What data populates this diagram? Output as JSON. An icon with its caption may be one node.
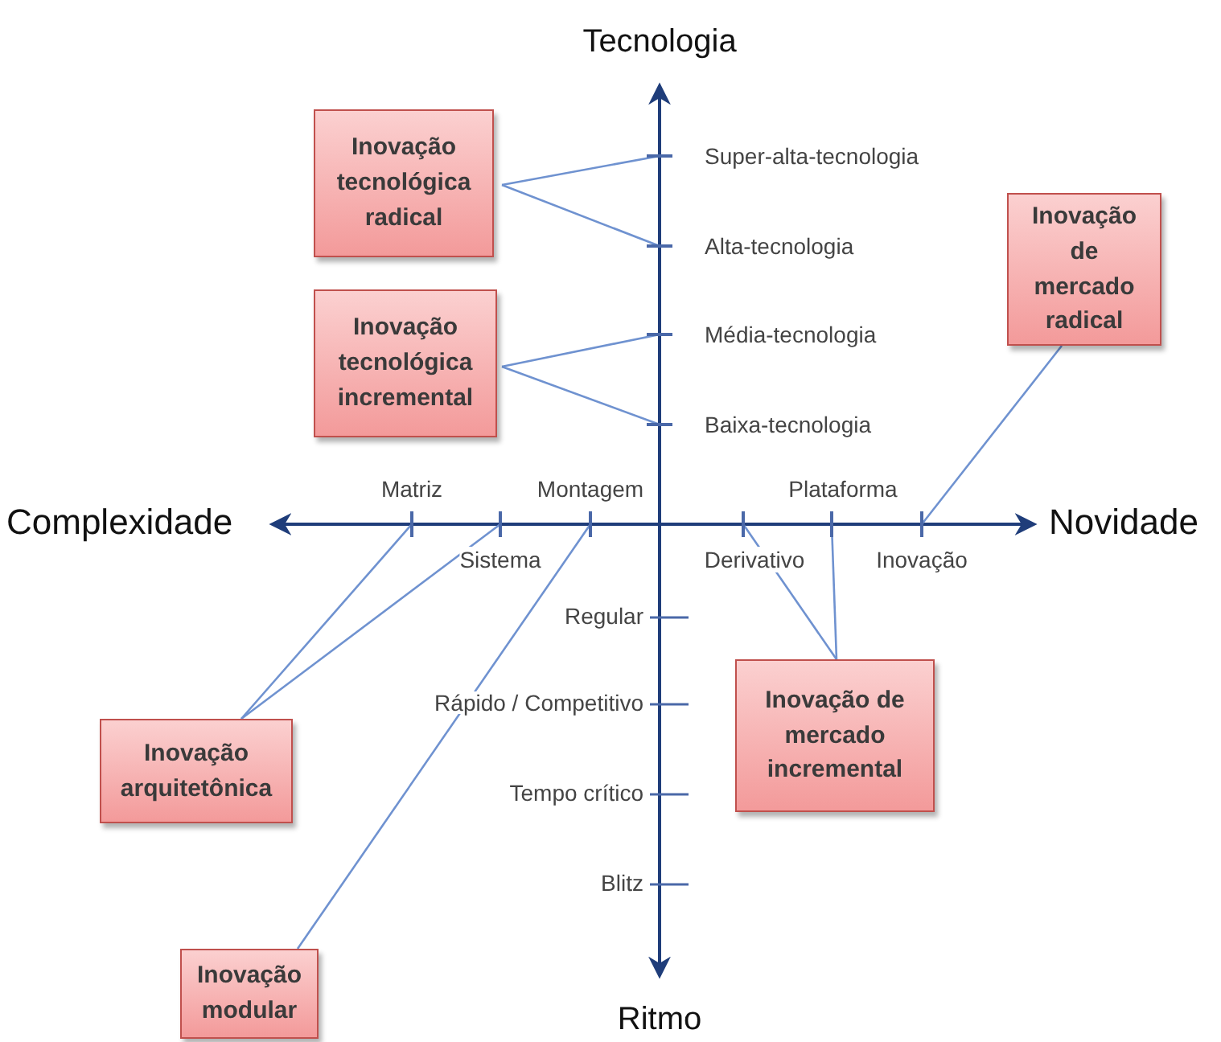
{
  "diagram": {
    "nodes": [
      {
        "text": [
          "Inovação tecnológica radical"
        ]
      },
      {
        "text": [
          "Inovação tecnológica incremental"
        ]
      },
      {
        "text": [
          "Inovação de mercado radical"
        ]
      },
      {
        "text": [
          "Inovação arquitetônica"
        ]
      },
      {
        "text": [
          "Inovação de mercado incremental"
        ]
      },
      {
        "text": [
          "Inovação modular"
        ]
      },
      {
        "text": [],
        "shape": "bar",
        "beside": [
          "Super-alta-tecnologia"
        ]
      },
      {
        "text": [],
        "shape": "bar",
        "beside": [
          "Alta-tecnologia"
        ]
      },
      {
        "text": [],
        "shape": "bar",
        "beside": [
          "Média-tecnologia"
        ]
      },
      {
        "text": [],
        "shape": "bar",
        "beside": [
          "Baixa-tecnologia"
        ]
      },
      {
        "text": [],
        "shape": "bar",
        "beside": [
          "Matriz"
        ]
      },
      {
        "text": [],
        "shape": "bar",
        "beside": [
          "Sistema"
        ]
      },
      {
        "text": [],
        "shape": "bar",
        "beside": [
          "Montagem"
        ]
      },
      {
        "text": [],
        "shape": "bar",
        "beside": [
          "Derivativo"
        ]
      },
      {
        "text": [],
        "shape": "bar",
        "beside": [
          "Plataforma"
        ]
      },
      {
        "text": [],
        "shape": "bar",
        "beside": [
          "Inovação"
        ]
      }
    ],
    "edges": [
      {
        "from": 0,
        "to": 6,
        "arrow": "none"
      },
      {
        "from": 0,
        "to": 7,
        "arrow": "none"
      },
      {
        "from": 1,
        "to": 8,
        "arrow": "none"
      },
      {
        "from": 1,
        "to": 9,
        "arrow": "none"
      },
      {
        "from": 2,
        "to": 15,
        "arrow": "none"
      },
      {
        "from": 3,
        "to": 10,
        "arrow": "none"
      },
      {
        "from": 3,
        "to": 11,
        "arrow": "none"
      },
      {
        "from": 4,
        "to": 13,
        "arrow": "none"
      },
      {
        "from": 4,
        "to": 14,
        "arrow": "none"
      },
      {
        "from": 5,
        "to": 12,
        "arrow": "none"
      }
    ],
    "labels": [
      "Tecnologia",
      "Complexidade",
      "Novidade",
      "Regular",
      "Rápido / Competitivo",
      "Tempo crítico",
      "Blitz",
      "Ritmo"
    ]
  }
}
